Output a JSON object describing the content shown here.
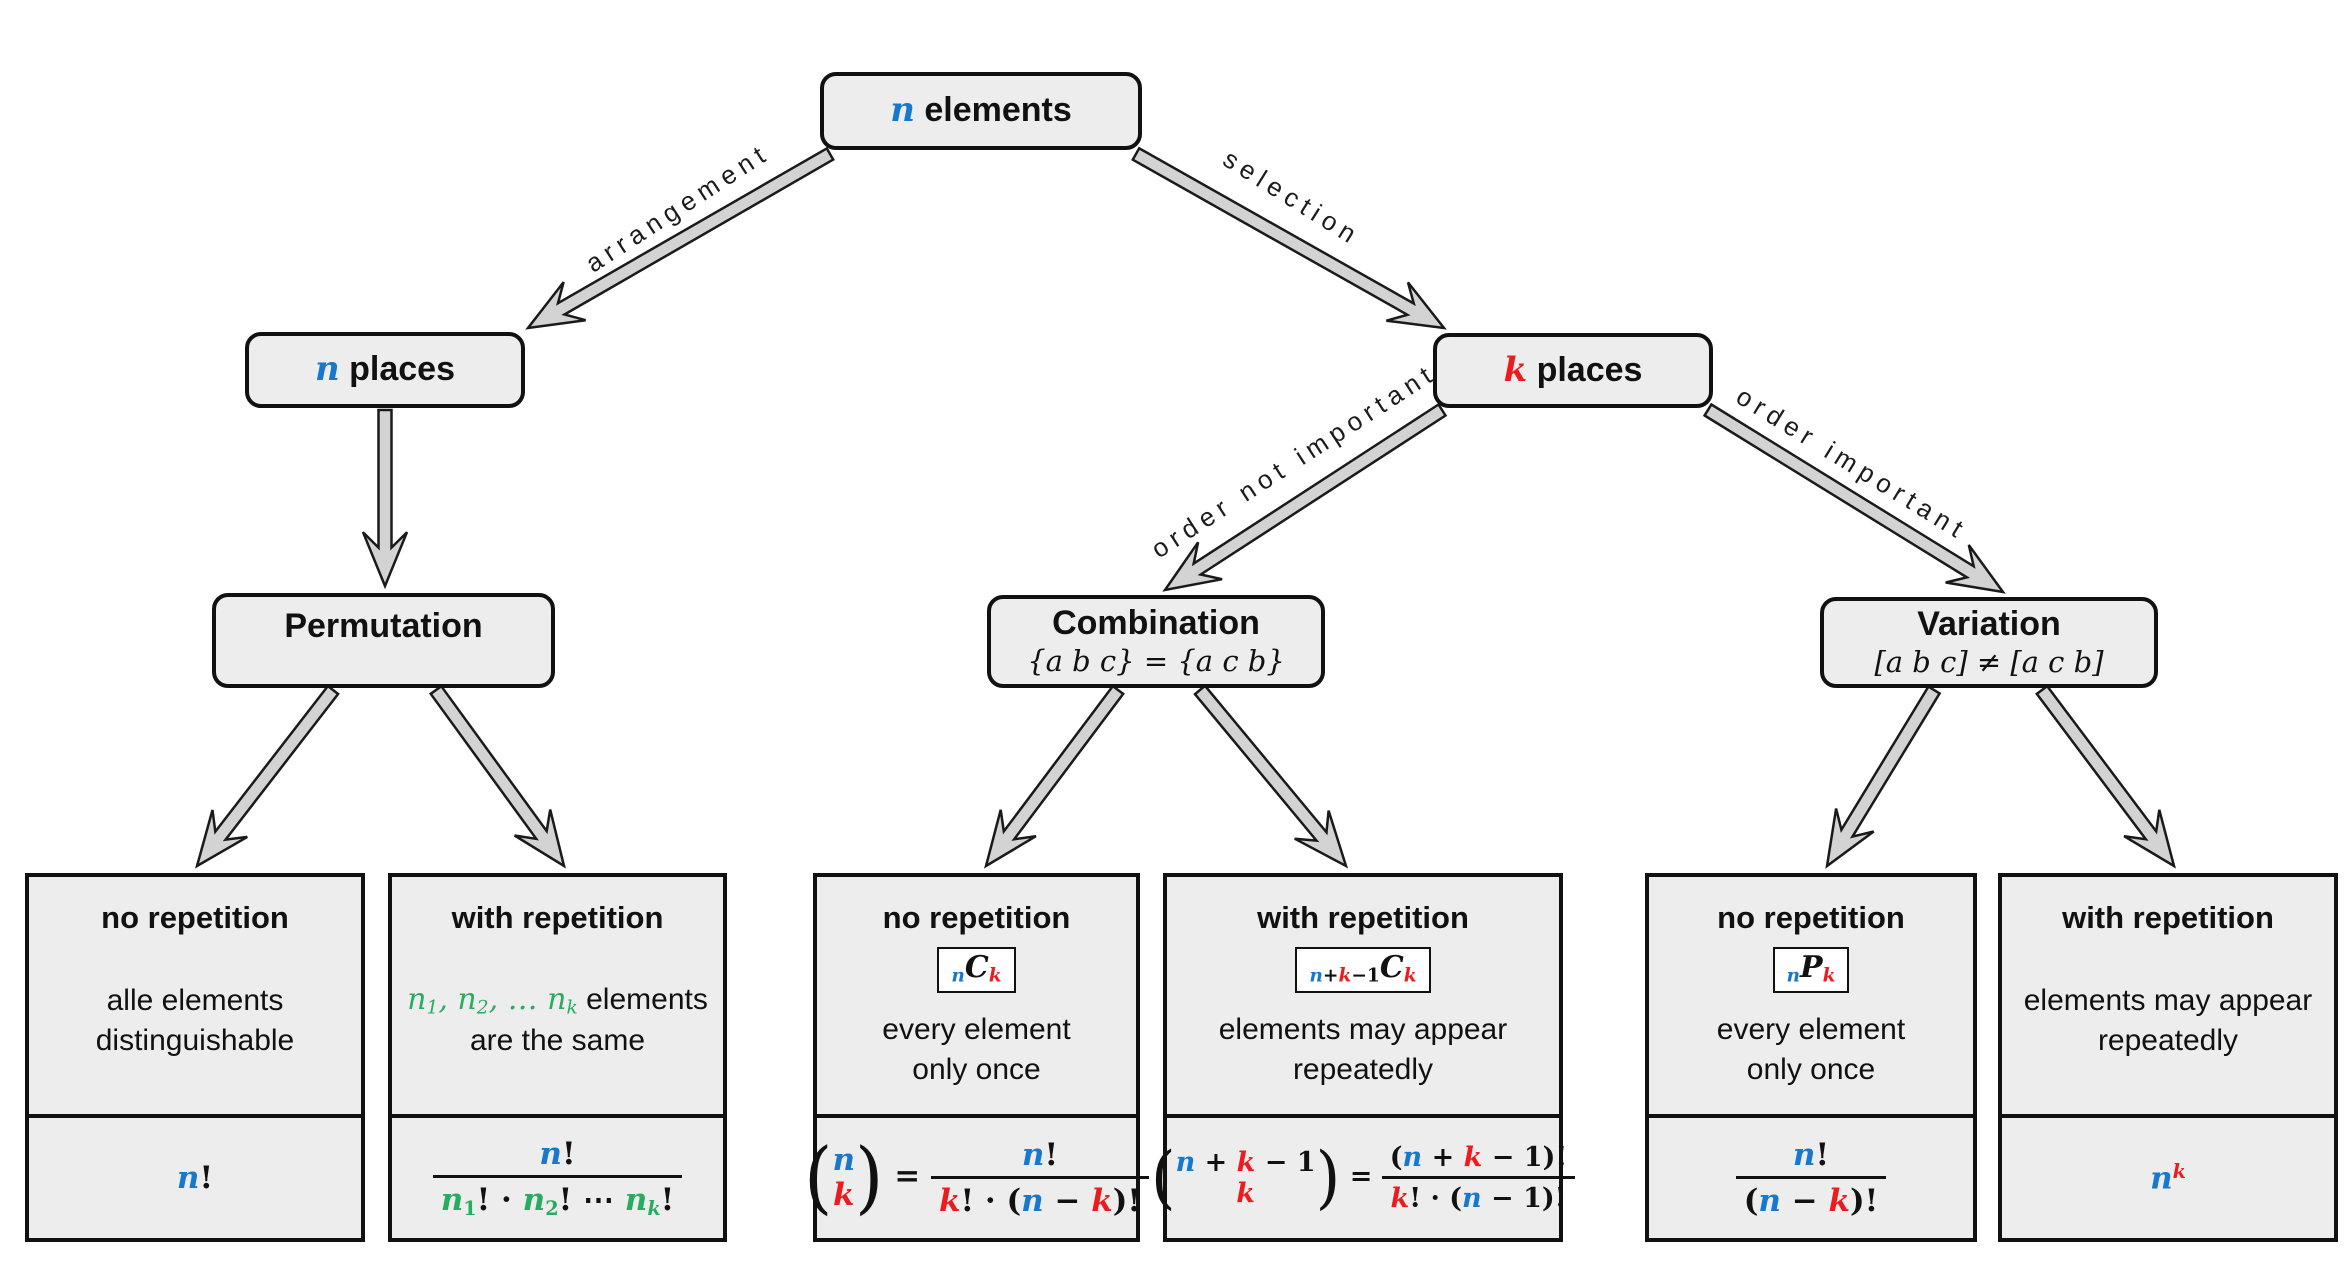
{
  "colors": {
    "blue": "#1878cd",
    "red": "#ee1b1e",
    "green": "#27ad5f",
    "box_fill": "#ededed",
    "arrow_fill": "#d3d3d3",
    "border": "#111111"
  },
  "nodes": {
    "root": {
      "title": [
        {
          "x": "n",
          "c": "b",
          "f": "m"
        },
        {
          "x": " elements",
          "c": "k",
          "f": "sb"
        }
      ]
    },
    "n_places": {
      "title": [
        {
          "x": "n",
          "c": "b",
          "f": "m"
        },
        {
          "x": " places",
          "c": "k",
          "f": "sb"
        }
      ]
    },
    "k_places": {
      "title": [
        {
          "x": "k",
          "c": "r",
          "f": "m"
        },
        {
          "x": " places",
          "c": "k",
          "f": "sb"
        }
      ]
    },
    "permutation": {
      "title": [
        {
          "x": "Permutation",
          "c": "k",
          "f": "sb"
        }
      ]
    },
    "combination": {
      "title": [
        {
          "x": "Combination",
          "c": "k",
          "f": "sb"
        }
      ],
      "subtitle": "{a b c} = {a c b}"
    },
    "variation": {
      "title": [
        {
          "x": "Variation",
          "c": "k",
          "f": "sb"
        }
      ],
      "subtitle": "[a b c] ≠ [a c b]"
    }
  },
  "edge_labels": {
    "arrangement": "arrangement",
    "selection": "selection",
    "order_not_important": "order not important",
    "order_important": "order important"
  },
  "leaves": [
    {
      "title": "no repetition",
      "desc": [
        [
          {
            "x": "alle elements",
            "c": "k",
            "f": "s"
          }
        ],
        [
          {
            "x": "distinguishable",
            "c": "k",
            "f": "s"
          }
        ]
      ],
      "formula": [
        {
          "x": "n",
          "c": "b",
          "f": "m"
        },
        {
          "x": "!",
          "c": "k",
          "f": "mr"
        }
      ]
    },
    {
      "title": "with repetition",
      "desc": [
        [
          {
            "x": "n",
            "c": "g",
            "f": "mi"
          },
          {
            "x": "1",
            "c": "g",
            "f": "mi",
            "v": "sub"
          },
          {
            "x": ", ",
            "c": "g",
            "f": "mi"
          },
          {
            "x": "n",
            "c": "g",
            "f": "mi"
          },
          {
            "x": "2",
            "c": "g",
            "f": "mi",
            "v": "sub"
          },
          {
            "x": ", … ",
            "c": "g",
            "f": "mi"
          },
          {
            "x": "n",
            "c": "g",
            "f": "mi"
          },
          {
            "x": "k",
            "c": "g",
            "f": "mi",
            "v": "sub"
          },
          {
            "x": " elements",
            "c": "k",
            "f": "s"
          }
        ],
        [
          {
            "x": "are the same",
            "c": "k",
            "f": "s"
          }
        ]
      ],
      "formula": [
        {
          "frac": {
            "num": [
              {
                "x": "n",
                "c": "b",
                "f": "m"
              },
              {
                "x": "!",
                "c": "k",
                "f": "mr"
              }
            ],
            "den": [
              {
                "x": "n",
                "c": "g",
                "f": "m"
              },
              {
                "x": "1",
                "c": "g",
                "f": "mr",
                "v": "sub"
              },
              {
                "x": "! · ",
                "c": "k",
                "f": "mr"
              },
              {
                "x": "n",
                "c": "g",
                "f": "m"
              },
              {
                "x": "2",
                "c": "g",
                "f": "mr",
                "v": "sub"
              },
              {
                "x": "! ⋯ ",
                "c": "k",
                "f": "mr"
              },
              {
                "x": "n",
                "c": "g",
                "f": "m"
              },
              {
                "x": "k",
                "c": "g",
                "f": "m",
                "v": "sub"
              },
              {
                "x": "!",
                "c": "k",
                "f": "mr"
              }
            ]
          }
        }
      ]
    },
    {
      "title": "no repetition",
      "badge": [
        {
          "x": "n",
          "c": "b",
          "f": "m",
          "v": "sub"
        },
        {
          "x": "C",
          "c": "k",
          "f": "m"
        },
        {
          "x": "k",
          "c": "r",
          "f": "m",
          "v": "sub"
        }
      ],
      "desc": [
        [
          {
            "x": "every element",
            "c": "k",
            "f": "s"
          }
        ],
        [
          {
            "x": "only once",
            "c": "k",
            "f": "s"
          }
        ]
      ],
      "formula": [
        {
          "binom": {
            "top": [
              {
                "x": "n",
                "c": "b",
                "f": "m"
              }
            ],
            "bottom": [
              {
                "x": "k",
                "c": "r",
                "f": "m"
              }
            ]
          }
        },
        {
          "x": " = ",
          "c": "k",
          "f": "mr"
        },
        {
          "frac": {
            "num": [
              {
                "x": "n",
                "c": "b",
                "f": "m"
              },
              {
                "x": "!",
                "c": "k",
                "f": "mr"
              }
            ],
            "den": [
              {
                "x": "k",
                "c": "r",
                "f": "m"
              },
              {
                "x": "! · (",
                "c": "k",
                "f": "mr"
              },
              {
                "x": "n",
                "c": "b",
                "f": "m"
              },
              {
                "x": " − ",
                "c": "k",
                "f": "mr"
              },
              {
                "x": "k",
                "c": "r",
                "f": "m"
              },
              {
                "x": ")!",
                "c": "k",
                "f": "mr"
              }
            ]
          }
        }
      ]
    },
    {
      "title": "with repetition",
      "badge": [
        {
          "x": "n",
          "c": "b",
          "f": "m",
          "v": "sub"
        },
        {
          "x": "+",
          "c": "k",
          "f": "mr",
          "v": "sub"
        },
        {
          "x": "k",
          "c": "r",
          "f": "m",
          "v": "sub"
        },
        {
          "x": "−1",
          "c": "k",
          "f": "mr",
          "v": "sub"
        },
        {
          "x": "C",
          "c": "k",
          "f": "m"
        },
        {
          "x": "k",
          "c": "r",
          "f": "m",
          "v": "sub"
        }
      ],
      "desc": [
        [
          {
            "x": "elements may appear",
            "c": "k",
            "f": "s"
          }
        ],
        [
          {
            "x": "repeatedly",
            "c": "k",
            "f": "s"
          }
        ]
      ],
      "formula": [
        {
          "binom": {
            "top": [
              {
                "x": "n",
                "c": "b",
                "f": "m"
              },
              {
                "x": " + ",
                "c": "k",
                "f": "mr"
              },
              {
                "x": "k",
                "c": "r",
                "f": "m"
              },
              {
                "x": " − 1",
                "c": "k",
                "f": "mr"
              }
            ],
            "bottom": [
              {
                "x": "k",
                "c": "r",
                "f": "m"
              }
            ]
          }
        },
        {
          "x": " = ",
          "c": "k",
          "f": "mr"
        },
        {
          "frac": {
            "num": [
              {
                "x": "(",
                "c": "k",
                "f": "mr"
              },
              {
                "x": "n",
                "c": "b",
                "f": "m"
              },
              {
                "x": " + ",
                "c": "k",
                "f": "mr"
              },
              {
                "x": "k",
                "c": "r",
                "f": "m"
              },
              {
                "x": " − 1",
                "c": "k",
                "f": "mr"
              },
              {
                "x": ")!",
                "c": "k",
                "f": "mr"
              }
            ],
            "den": [
              {
                "x": "k",
                "c": "r",
                "f": "m"
              },
              {
                "x": "! · (",
                "c": "k",
                "f": "mr"
              },
              {
                "x": "n",
                "c": "b",
                "f": "m"
              },
              {
                "x": " − 1)!",
                "c": "k",
                "f": "mr"
              }
            ]
          }
        }
      ]
    },
    {
      "title": "no repetition",
      "badge": [
        {
          "x": "n",
          "c": "b",
          "f": "m",
          "v": "sub"
        },
        {
          "x": "P",
          "c": "k",
          "f": "m"
        },
        {
          "x": "k",
          "c": "r",
          "f": "m",
          "v": "sub"
        }
      ],
      "desc": [
        [
          {
            "x": "every element",
            "c": "k",
            "f": "s"
          }
        ],
        [
          {
            "x": "only once",
            "c": "k",
            "f": "s"
          }
        ]
      ],
      "formula": [
        {
          "frac": {
            "num": [
              {
                "x": "n",
                "c": "b",
                "f": "m"
              },
              {
                "x": "!",
                "c": "k",
                "f": "mr"
              }
            ],
            "den": [
              {
                "x": "(",
                "c": "k",
                "f": "mr"
              },
              {
                "x": "n",
                "c": "b",
                "f": "m"
              },
              {
                "x": " − ",
                "c": "k",
                "f": "mr"
              },
              {
                "x": "k",
                "c": "r",
                "f": "m"
              },
              {
                "x": ")!",
                "c": "k",
                "f": "mr"
              }
            ]
          }
        }
      ]
    },
    {
      "title": "with repetition",
      "desc": [
        [
          {
            "x": "elements may appear",
            "c": "k",
            "f": "s"
          }
        ],
        [
          {
            "x": "repeatedly",
            "c": "k",
            "f": "s"
          }
        ]
      ],
      "formula": [
        {
          "x": "n",
          "c": "b",
          "f": "m"
        },
        {
          "x": "k",
          "c": "r",
          "f": "m",
          "v": "sup"
        }
      ]
    }
  ]
}
